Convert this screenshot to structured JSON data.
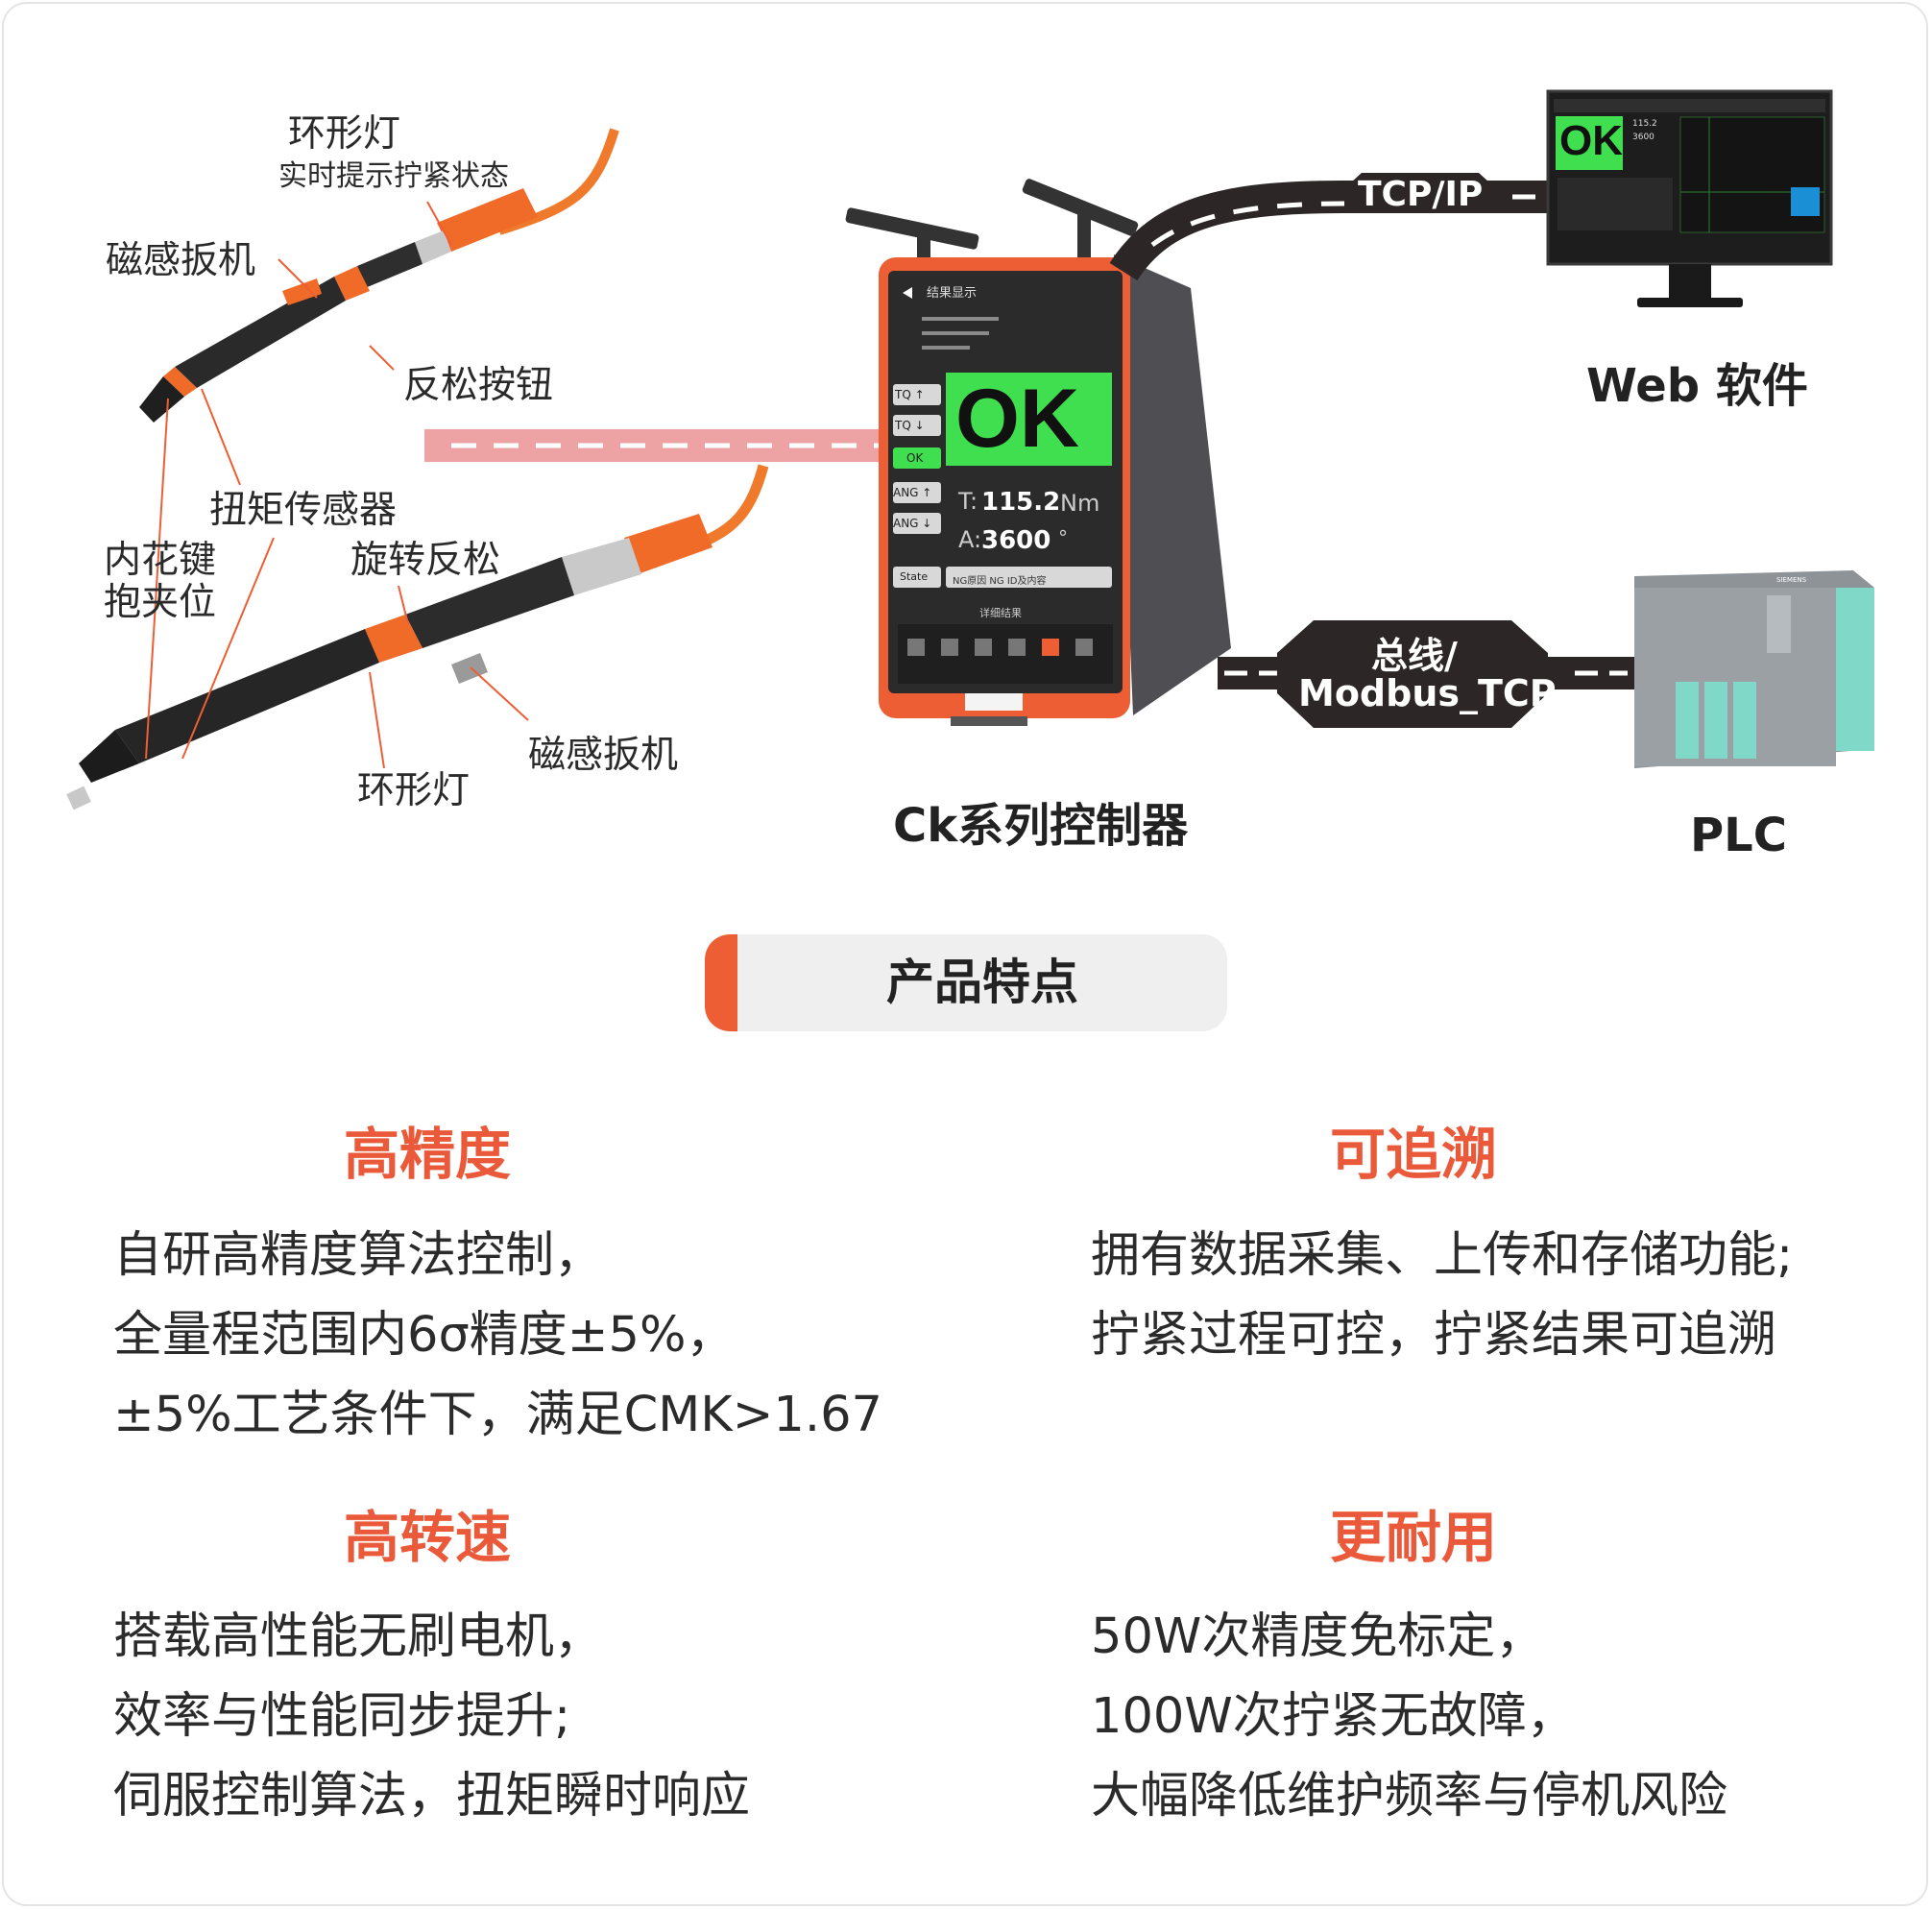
{
  "diagram": {
    "tool_labels": {
      "ring_light_top": "环形灯",
      "ring_light_top_desc": "实时提示拧紧状态",
      "magnetic_trigger_top": "磁感扳机",
      "reverse_button": "反松按钮",
      "torque_sensor": "扭矩传感器",
      "spline_clamp_line1": "内花键",
      "spline_clamp_line2": "抱夹位",
      "rotary_reverse": "旋转反松",
      "magnetic_trigger_bottom": "磁感扳机",
      "ring_light_bottom": "环形灯"
    },
    "controller": {
      "caption": "Ck系列控制器",
      "screen": {
        "header": "结果显示",
        "status": "OK",
        "torque_label": "T:",
        "torque_value": "115.2",
        "torque_unit": "Nm",
        "angle_label": "A:",
        "angle_value": "3600",
        "angle_unit": "°",
        "side_buttons": [
          "TQ ↑",
          "TQ ↓",
          "OK",
          "ANG ↑",
          "ANG ↓"
        ],
        "state_label": "State",
        "state_text": "NG原因  NG  ID及内容",
        "detail_button": "详细结果"
      }
    },
    "web_software": {
      "caption": "Web 软件",
      "link_label": "TCP/IP",
      "monitor_status": "OK",
      "monitor_value_1": "115.2",
      "monitor_value_2": "3600"
    },
    "plc": {
      "caption": "PLC",
      "link_label_line1": "总线/",
      "link_label_line2": "Modbus_TCP",
      "brand": "SIEMENS"
    },
    "colors": {
      "accent_orange": "#ee5e34",
      "ok_green": "#3fdf4f",
      "link_dark": "#2c2726",
      "pink_link": "#eda3a3"
    }
  },
  "features": {
    "section_title": "产品特点",
    "items": [
      {
        "title": "高精度",
        "lines": [
          "自研高精度算法控制，",
          "全量程范围内6σ精度±5%，",
          "±5%工艺条件下，满足CMK>1.67"
        ]
      },
      {
        "title": "可追溯",
        "lines": [
          "拥有数据采集、上传和存储功能;",
          "拧紧过程可控，拧紧结果可追溯"
        ]
      },
      {
        "title": "高转速",
        "lines": [
          "搭载高性能无刷电机，",
          "效率与性能同步提升;",
          "伺服控制算法，扭矩瞬时响应"
        ]
      },
      {
        "title": "更耐用",
        "lines": [
          "50W次精度免标定，",
          "100W次拧紧无故障，",
          "大幅降低维护频率与停机风险"
        ]
      }
    ]
  }
}
